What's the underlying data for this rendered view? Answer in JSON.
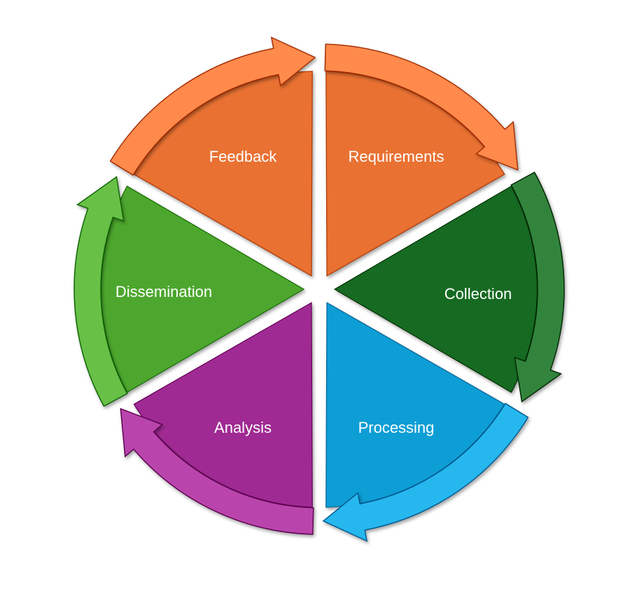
{
  "diagram": {
    "segments": [
      {
        "id": "requirements",
        "label": "Requirements",
        "color": "#E97132",
        "arrow_color": "#E97132"
      },
      {
        "id": "collection",
        "label": "Collection",
        "color": "#196B24",
        "arrow_color": "#196B24"
      },
      {
        "id": "processing",
        "label": "Processing",
        "color": "#0F9ED5",
        "arrow_color": "#0F9ED5"
      },
      {
        "id": "analysis",
        "label": "Analysis",
        "color": "#A02B93",
        "arrow_color": "#A02B93"
      },
      {
        "id": "dissemination",
        "label": "Dissemination",
        "color": "#4EA72E",
        "arrow_color": "#4EA72E"
      },
      {
        "id": "feedback",
        "label": "Feedback",
        "color": "#E97132",
        "arrow_color": "#E97132"
      }
    ]
  }
}
